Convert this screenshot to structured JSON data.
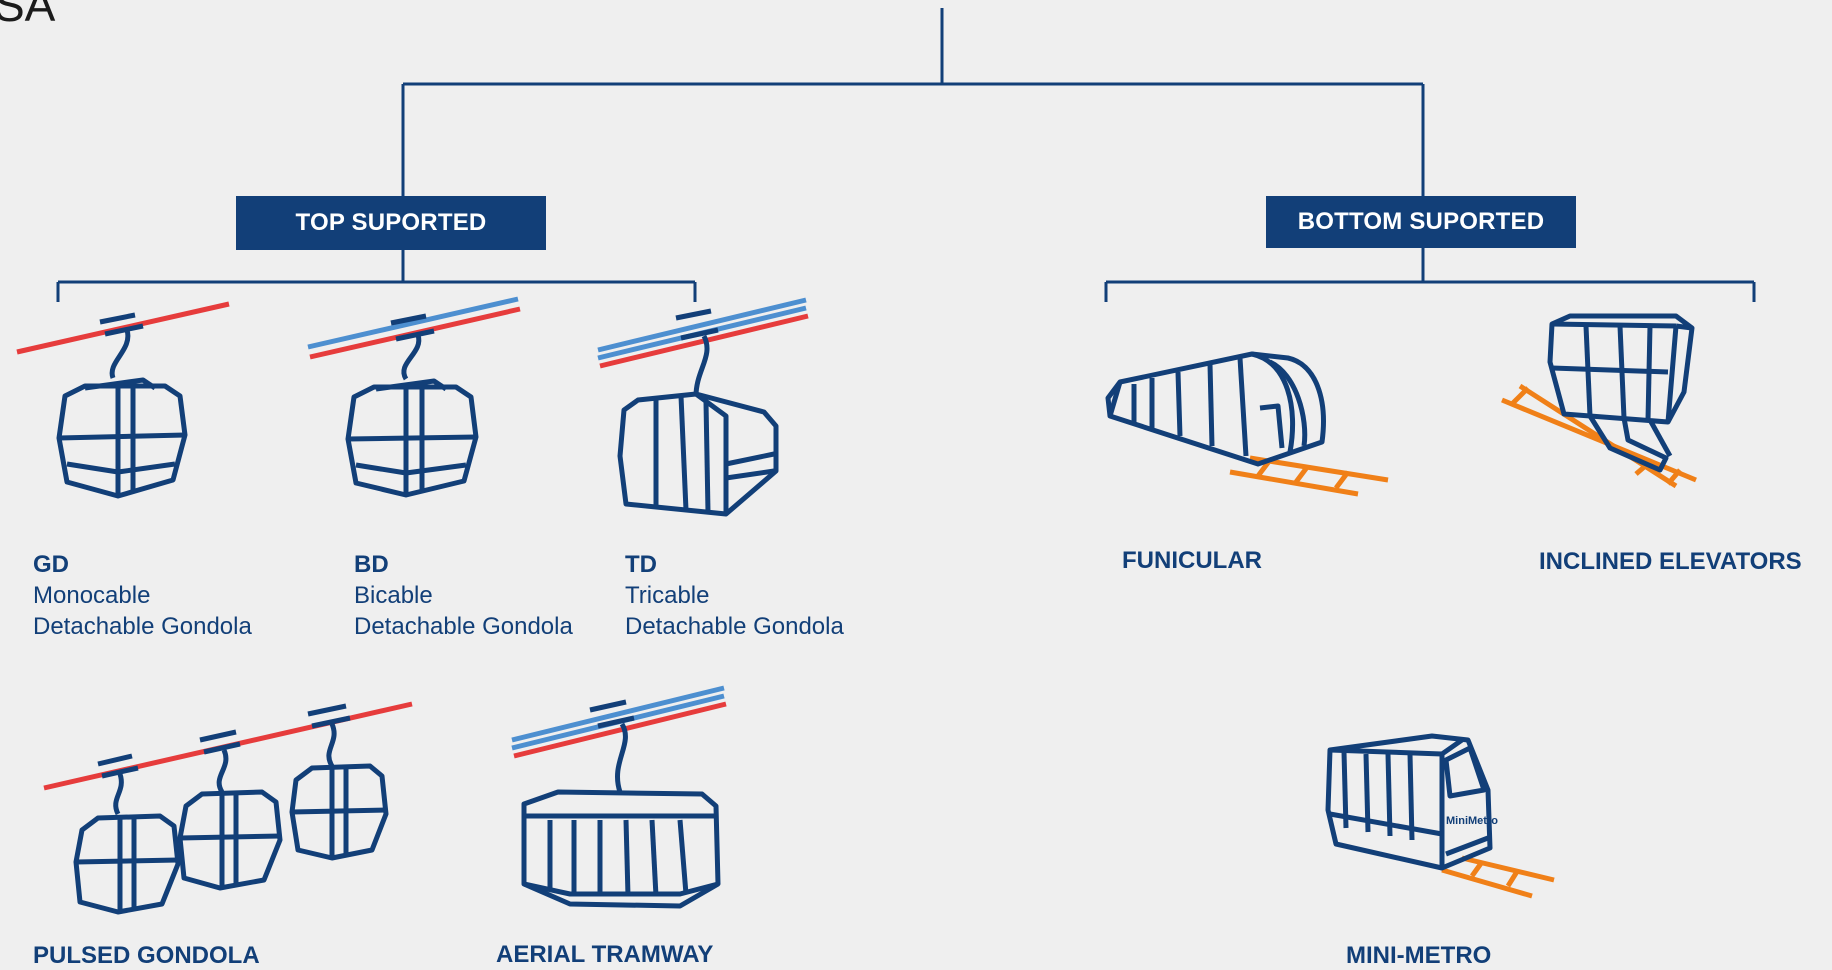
{
  "header": {
    "fragment": "SA"
  },
  "categories": {
    "top": {
      "label": "TOP SUPORTED"
    },
    "bottom": {
      "label": "BOTTOM SUPORTED"
    }
  },
  "systems": {
    "gd": {
      "code": "GD",
      "line1": "Monocable",
      "line2": "Detachable Gondola"
    },
    "bd": {
      "code": "BD",
      "line1": "Bicable",
      "line2": "Detachable Gondola"
    },
    "td": {
      "code": "TD",
      "line1": "Tricable",
      "line2": "Detachable Gondola"
    },
    "pulsed": {
      "title": "PULSED GONDOLA"
    },
    "tramway": {
      "title": "AERIAL TRAMWAY"
    },
    "funicular": {
      "title": "FUNICULAR"
    },
    "inclined": {
      "title": "INCLINED ELEVATORS"
    },
    "minimetro": {
      "title": "MINI-METRO",
      "badge": "MiniMetro"
    }
  },
  "colors": {
    "navy": "#123f78",
    "red": "#e63c3c",
    "blue": "#4d8fd0",
    "orange": "#f08018",
    "background": "#efefef"
  }
}
